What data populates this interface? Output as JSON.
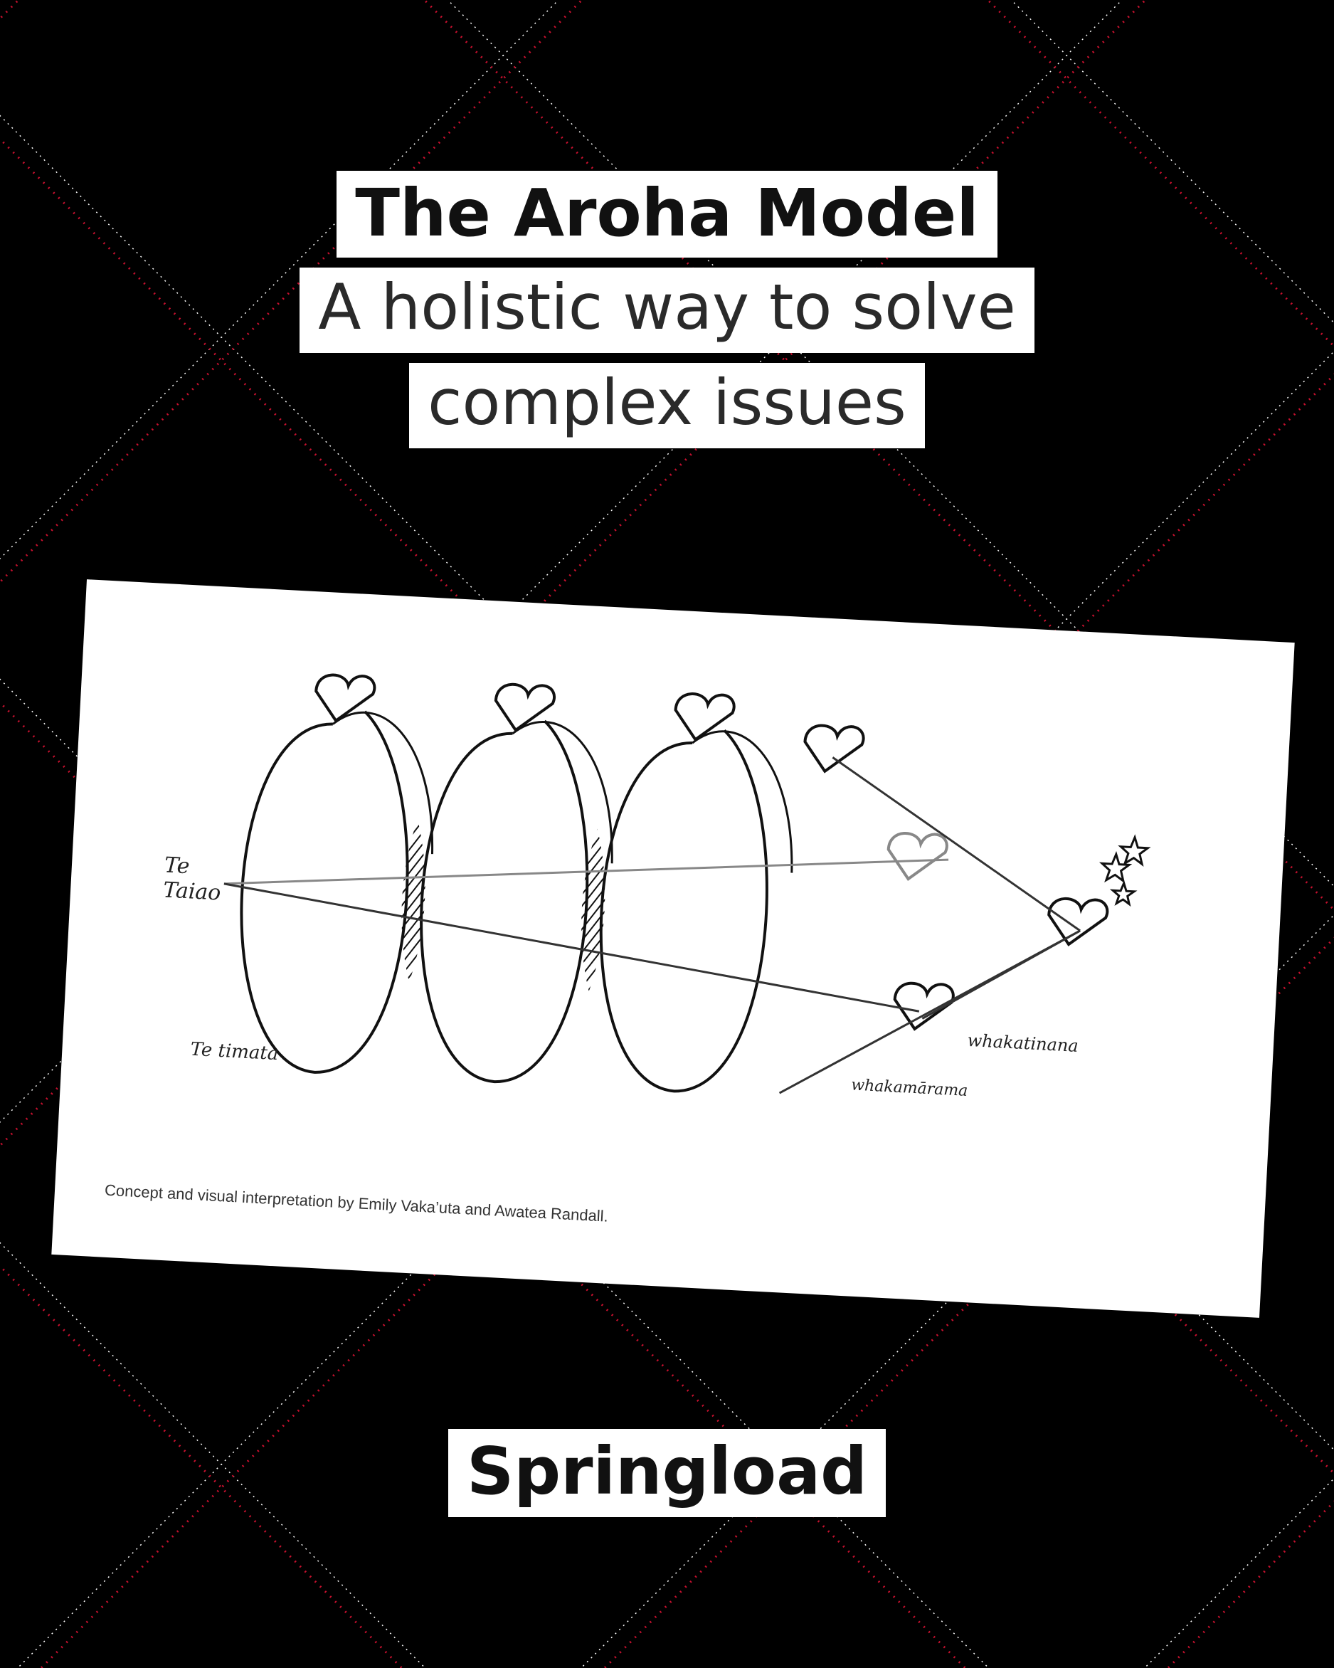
{
  "title": "The Aroha Model",
  "subtitle_line1": "A holistic way to solve",
  "subtitle_line2": "complex issues",
  "brand": "Springload",
  "diagram": {
    "labels": {
      "te_taiao_1": "Te",
      "te_taiao_2": "Taiao",
      "te_timata": "Te timata",
      "whakatinana": "whakatinana",
      "whakamarama": "whakamārama"
    },
    "caption": "Concept and visual interpretation by Emily Vaka’uta and Awatea Randall."
  },
  "colors": {
    "background": "#000000",
    "pattern_white": "#ffffff",
    "pattern_red": "#c8102e",
    "label_bg": "#ffffff",
    "ink": "#111111"
  }
}
